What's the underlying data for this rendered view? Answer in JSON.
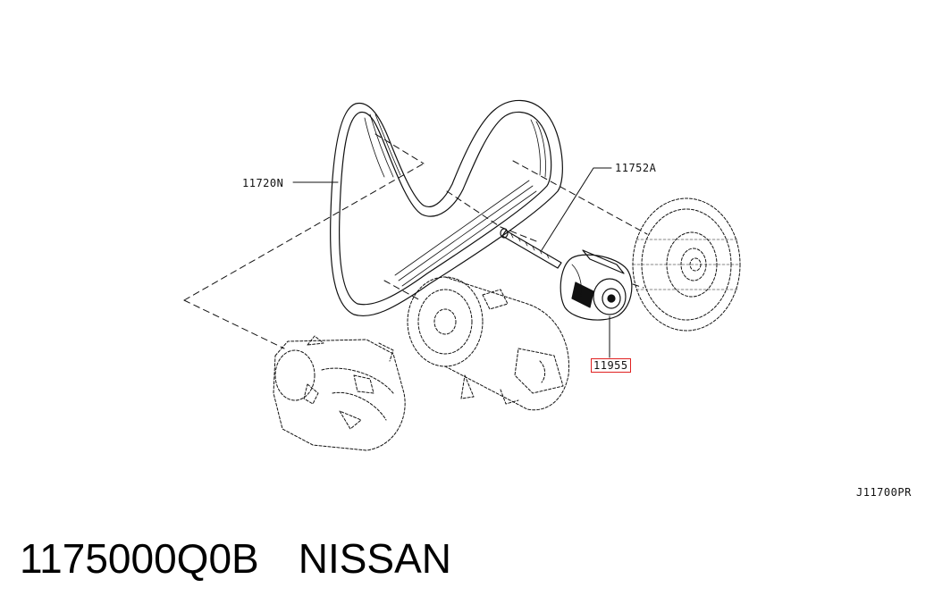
{
  "diagram": {
    "callouts": {
      "belt": "11720N",
      "bolt": "11752A",
      "tensioner": "11955",
      "drawing_code": "J11700PR"
    },
    "highlight_color": "#e02020"
  },
  "footer": {
    "part_number": "1175000Q0B",
    "brand": "NISSAN"
  }
}
